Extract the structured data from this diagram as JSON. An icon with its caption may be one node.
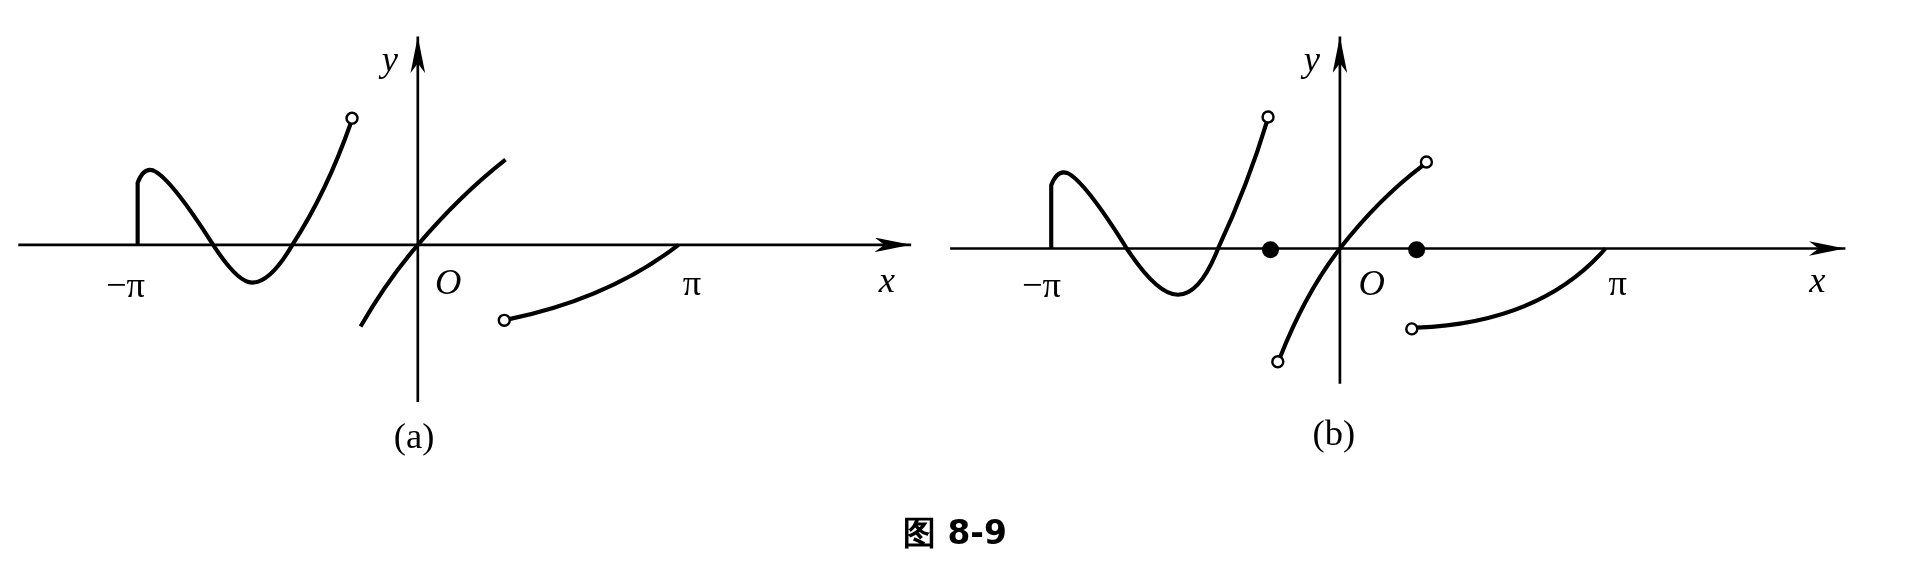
{
  "diagram": {
    "caption": "图 8-9",
    "labels": [
      "y",
      "y",
      "−π",
      "O",
      "π",
      "x",
      "−π",
      "O",
      "π",
      "x",
      "(a)",
      "(b)"
    ]
  }
}
